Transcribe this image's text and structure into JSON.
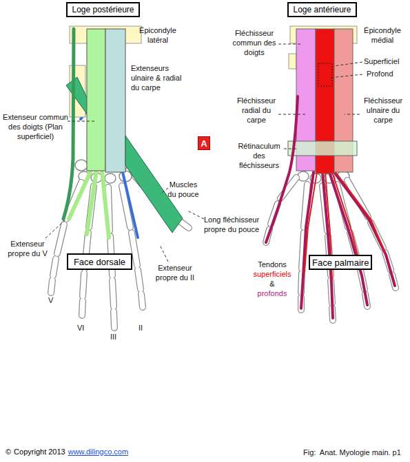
{
  "diagram": {
    "caption": "Fig:  Anat. Myologie main. p1",
    "nodes": [
      {
        "text": [
          "Loge postérieure"
        ]
      },
      {
        "text": [
          "Loge antérieure"
        ]
      },
      {
        "text": [
          "Face dorsale"
        ]
      },
      {
        "text": [
          "Face palmaire"
        ]
      },
      {
        "text": [
          "A"
        ]
      }
    ],
    "labels": [
      "Épicondyle latéral",
      "Extenseurs ulnaire & radial du carpe",
      "Extenseur commun des doigts (Plan superficiel)",
      "Muscles du pouce",
      "Long fléchisseur propre du pouce",
      "Extenseur propre du V",
      "Extenseur propre du II",
      "V",
      "VI",
      "III",
      "II",
      "Fléchisseur commun des doigts",
      "Épicondyle médial",
      "Superficiel",
      "Profond",
      "Fléchisseur radial du carpe",
      "Fléchisseur ulnaire du carpe",
      "Rétinaculum des fléchisseurs",
      "Tendons",
      "superficiels",
      "&",
      "profonds",
      "©",
      "Copyright 2013",
      "www.dilingco.com"
    ]
  }
}
